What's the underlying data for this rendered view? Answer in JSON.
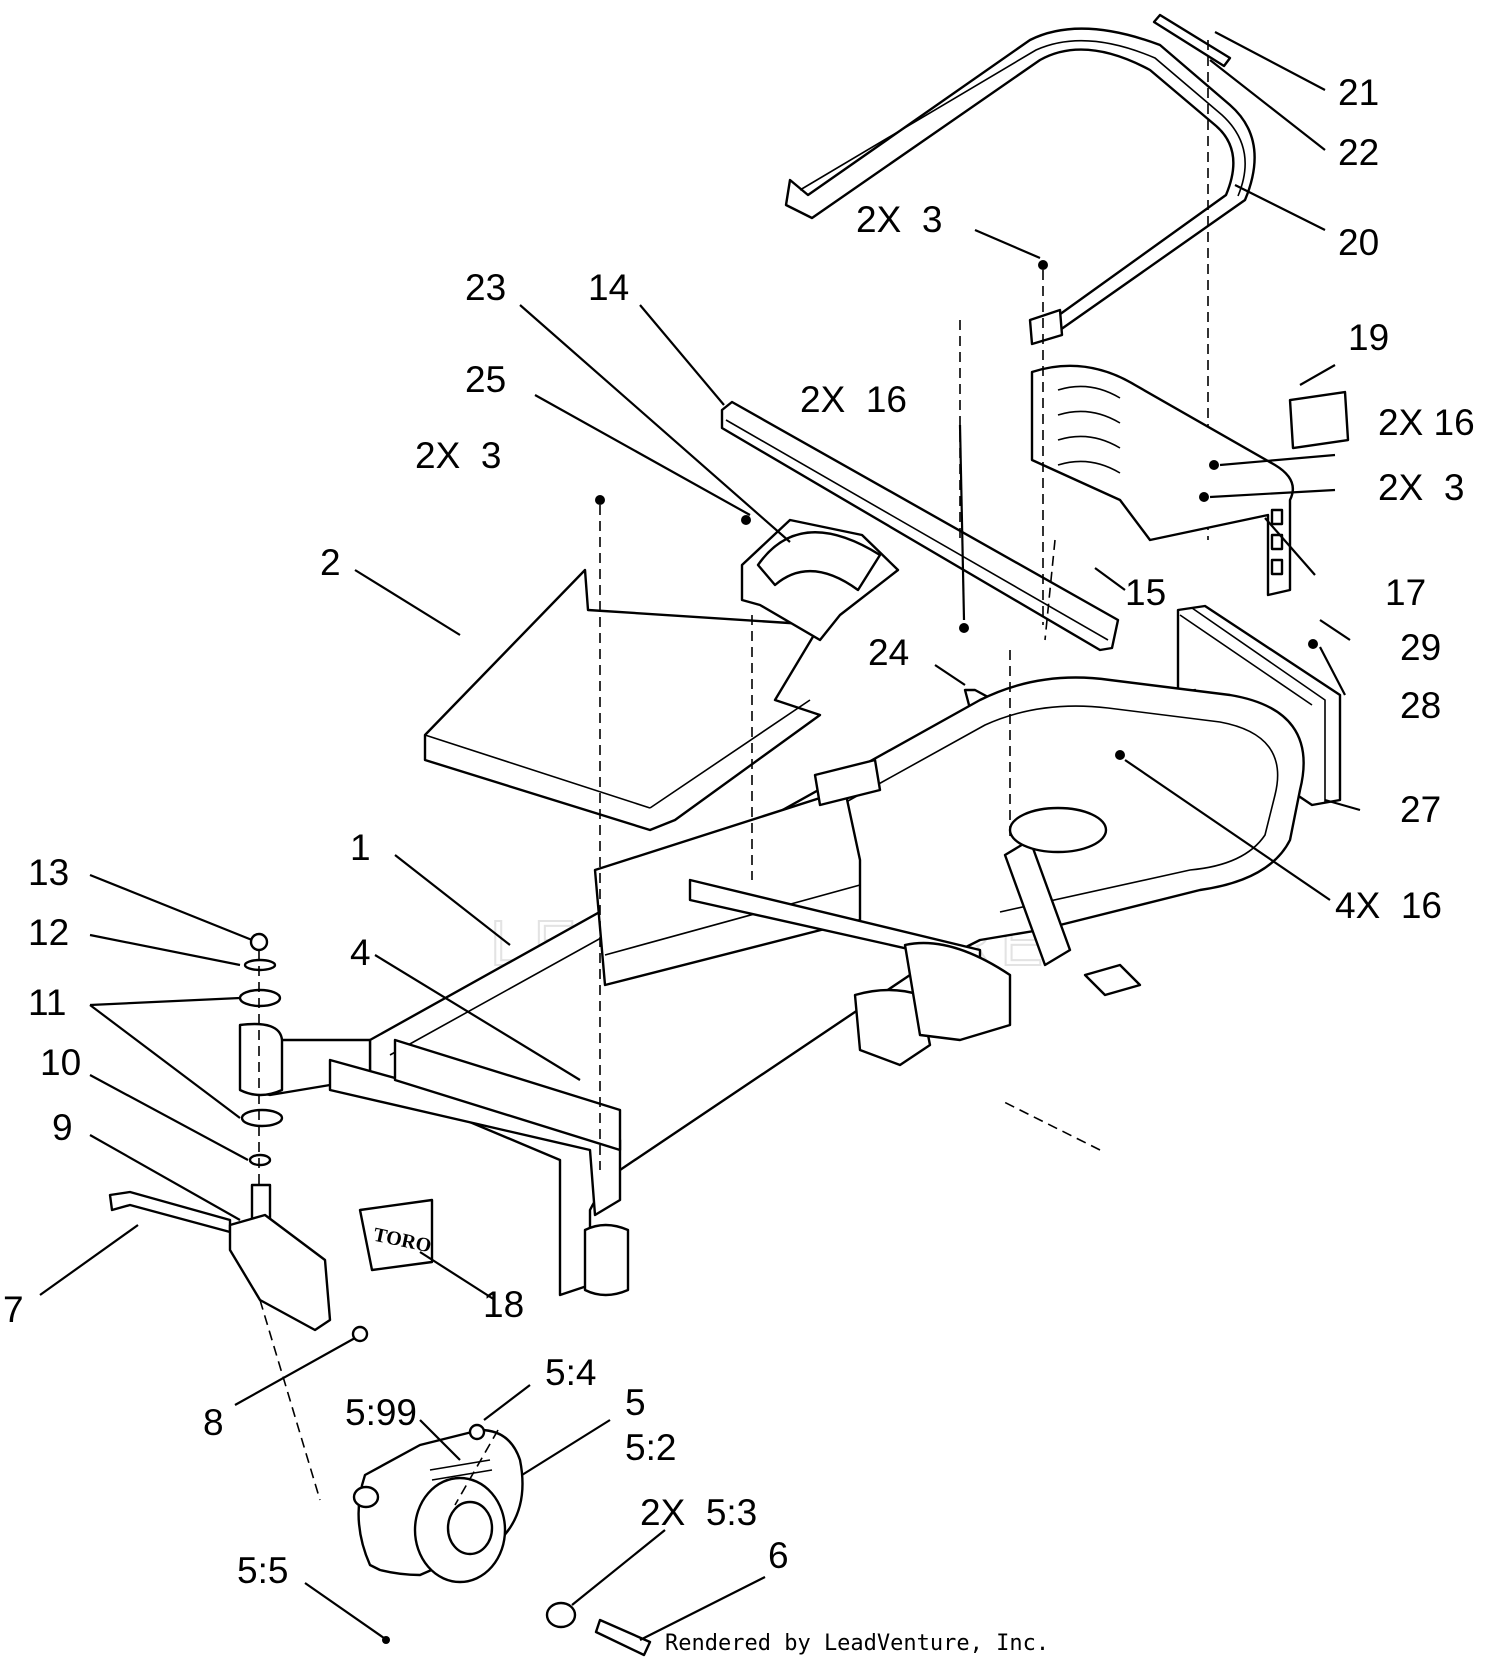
{
  "diagram": {
    "watermark": "LEADVENTURE",
    "credit": "Rendered by LeadVenture, Inc.",
    "logo_text": "TORO",
    "callouts": [
      "21",
      "22",
      "20",
      "2X  3",
      "23",
      "14",
      "19",
      "25",
      "2X  16",
      "2X 16",
      "2X  3",
      "2X  3",
      "2",
      "15",
      "17",
      "29",
      "24",
      "28",
      "27",
      "4X  16",
      "13",
      "1",
      "12",
      "4",
      "11",
      "10",
      "9",
      "18",
      "7",
      "8",
      "5:4",
      "5",
      "5:99",
      "5:2",
      "2X  5:3",
      "6",
      "5:5"
    ]
  }
}
